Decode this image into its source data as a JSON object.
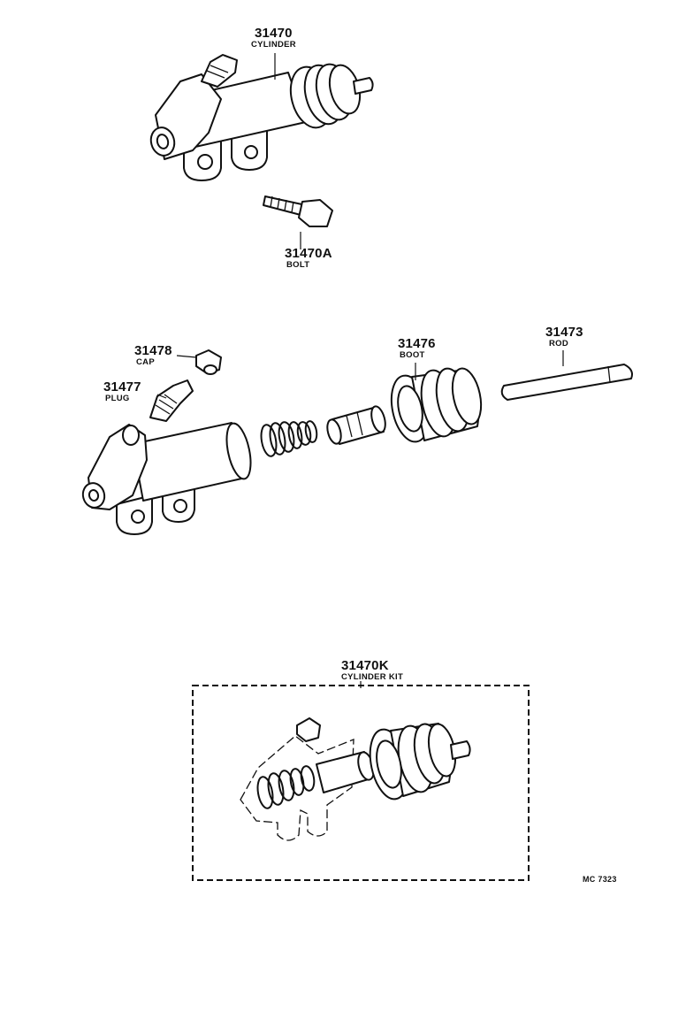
{
  "parts": {
    "cylinder": {
      "number": "31470",
      "name": "CYLINDER"
    },
    "bolt": {
      "number": "31470A",
      "name": "BOLT"
    },
    "cap": {
      "number": "31478",
      "name": "CAP"
    },
    "plug": {
      "number": "31477",
      "name": "PLUG"
    },
    "boot": {
      "number": "31476",
      "name": "BOOT"
    },
    "rod": {
      "number": "31473",
      "name": "ROD"
    },
    "kit": {
      "number": "31470K",
      "name": "CYLINDER KIT"
    }
  },
  "diagram_code": "MC 7323"
}
